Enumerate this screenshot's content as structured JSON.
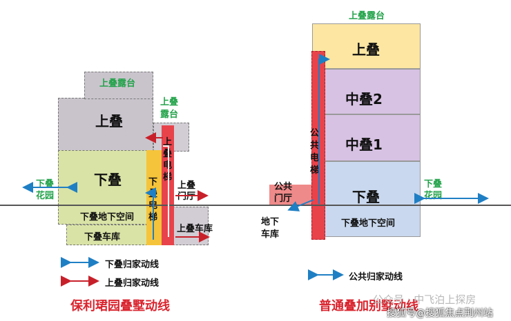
{
  "left": {
    "top_terrace": "上叠露台",
    "terrace2": "上叠\n露台",
    "upper": "上叠",
    "lower": "下叠",
    "elevator": "上\n叠\n电\n梯",
    "elevator_lower": "下\n叠\n电\n梯",
    "entrance_upper": "上叠\n门厅",
    "garden": "下叠\n花园",
    "basement": "下叠地下空间",
    "garage_lower": "下叠车库",
    "garage_upper": "上叠车库",
    "legend_blue": "下叠归家动线",
    "legend_red": "上叠归家动线",
    "caption": "保利珺园叠墅动线"
  },
  "right": {
    "top_terrace": "上叠露台",
    "upper": "上叠",
    "middle2": "中叠2",
    "middle1": "中叠1",
    "lower": "下叠",
    "public_elevator": "公\n共\n电\n梯",
    "public_entrance": "公共\n门厅",
    "garden": "下叠\n花园",
    "basement": "下叠地下空间",
    "garage": "地下\n车库",
    "legend_blue": "公共归家动线",
    "caption": "普通叠加别墅动线"
  },
  "watermark": {
    "faint": "公众号 · 中飞泊上探房",
    "main": "搜狐号@搜狐焦点荆州站"
  },
  "colors": {
    "blue_arrow": "#1f7fc4",
    "red_arrow": "#c8202a",
    "upper_fill": "#c9c4cc",
    "lower_fill": "#d9e3a6",
    "r_upper_fill": "#fce6a2",
    "r_middle_fill": "#d7c2e3",
    "r_lower_fill": "#c9d8ee",
    "elevator_red": "#e8434b",
    "elevator_yellow": "#f5c43a"
  }
}
